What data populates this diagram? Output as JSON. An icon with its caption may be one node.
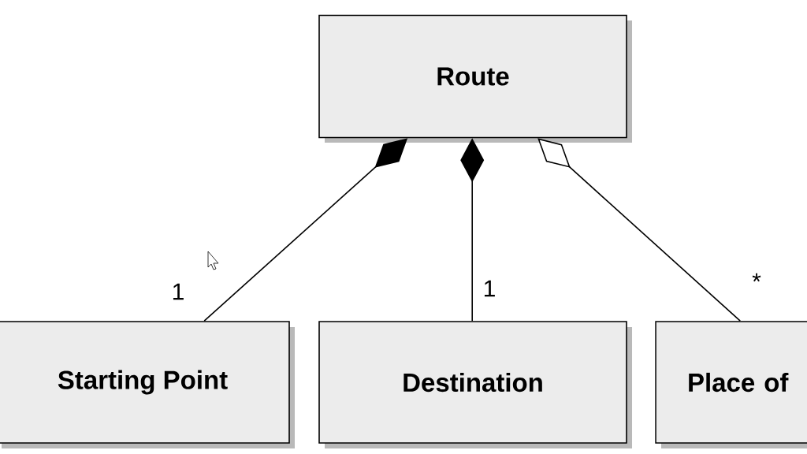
{
  "diagram": {
    "nodes": [
      {
        "text": [
          "Route"
        ]
      },
      {
        "text": [
          "Starting Point"
        ]
      },
      {
        "text": [
          "Destination"
        ]
      },
      {
        "text": [
          "Place of"
        ]
      }
    ],
    "edges": [
      {
        "from": 1,
        "to": 0,
        "arrow": "other",
        "label": "1"
      },
      {
        "from": 2,
        "to": 0,
        "arrow": "other",
        "label": "1"
      },
      {
        "from": 3,
        "to": 0,
        "arrow": "other",
        "label": "*"
      }
    ]
  }
}
